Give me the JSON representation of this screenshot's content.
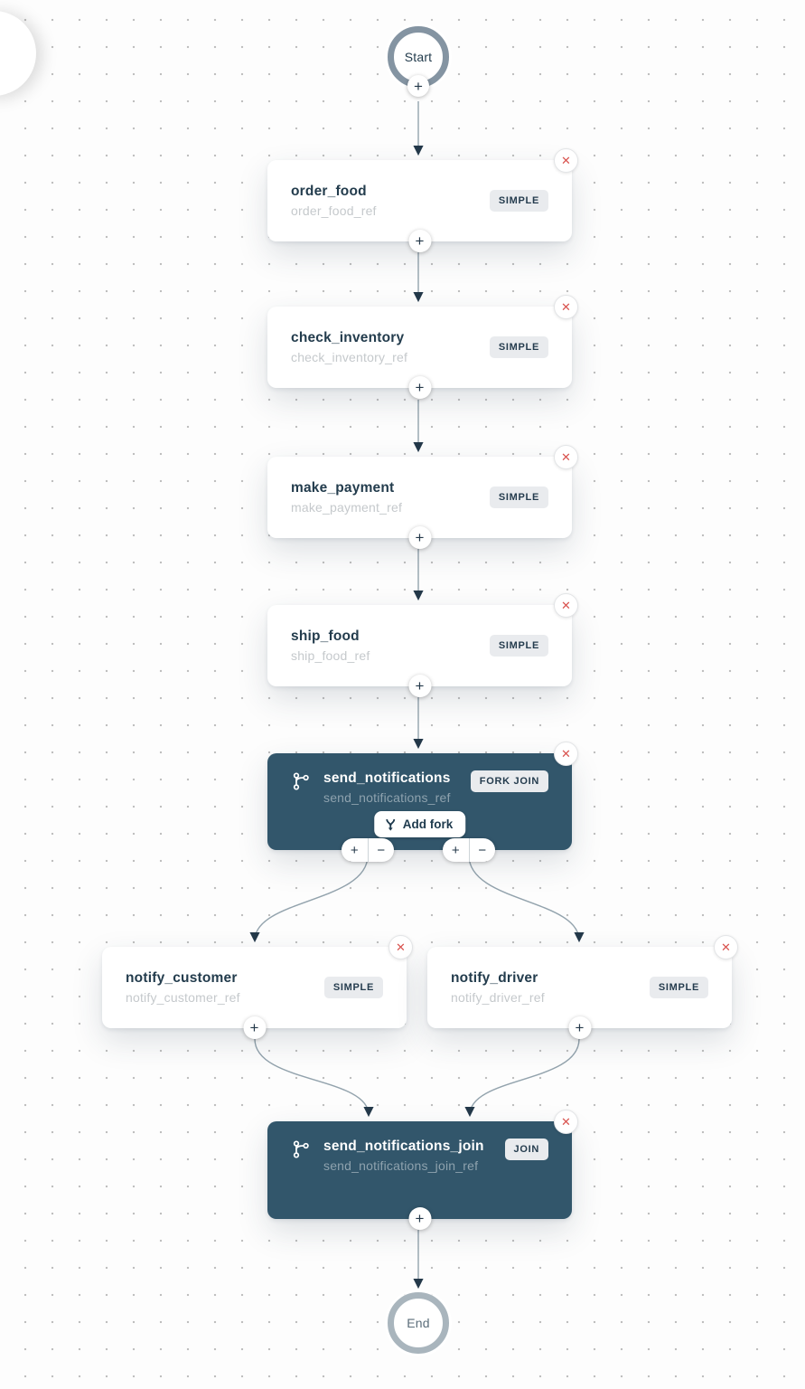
{
  "workflow": {
    "start_label": "Start",
    "end_label": "End"
  },
  "icons": {
    "plus": "+",
    "minus": "−",
    "close": "✕"
  },
  "nodes": [
    {
      "name": "order_food",
      "ref": "order_food_ref",
      "type": "SIMPLE"
    },
    {
      "name": "check_inventory",
      "ref": "check_inventory_ref",
      "type": "SIMPLE"
    },
    {
      "name": "make_payment",
      "ref": "make_payment_ref",
      "type": "SIMPLE"
    },
    {
      "name": "ship_food",
      "ref": "ship_food_ref",
      "type": "SIMPLE"
    },
    {
      "name": "send_notifications",
      "ref": "send_notifications_ref",
      "type": "FORK JOIN",
      "add_fork_label": "Add fork"
    },
    {
      "name": "notify_customer",
      "ref": "notify_customer_ref",
      "type": "SIMPLE"
    },
    {
      "name": "notify_driver",
      "ref": "notify_driver_ref",
      "type": "SIMPLE"
    },
    {
      "name": "send_notifications_join",
      "ref": "send_notifications_join_ref",
      "type": "JOIN"
    }
  ],
  "colors": {
    "canvas_bg": "#fdfdfd",
    "dot": "#bfbfbf",
    "node_dark_bg": "#32566b",
    "title_text": "#233c4d",
    "ref_text_muted": "#c5c9cc",
    "badge_bg": "#e9ebee",
    "delete_red": "#d9534f",
    "connector_line": "#93a3ad",
    "arrowhead": "#24394a",
    "start_ring": "#8494a2",
    "end_ring": "#a9b5bd"
  }
}
